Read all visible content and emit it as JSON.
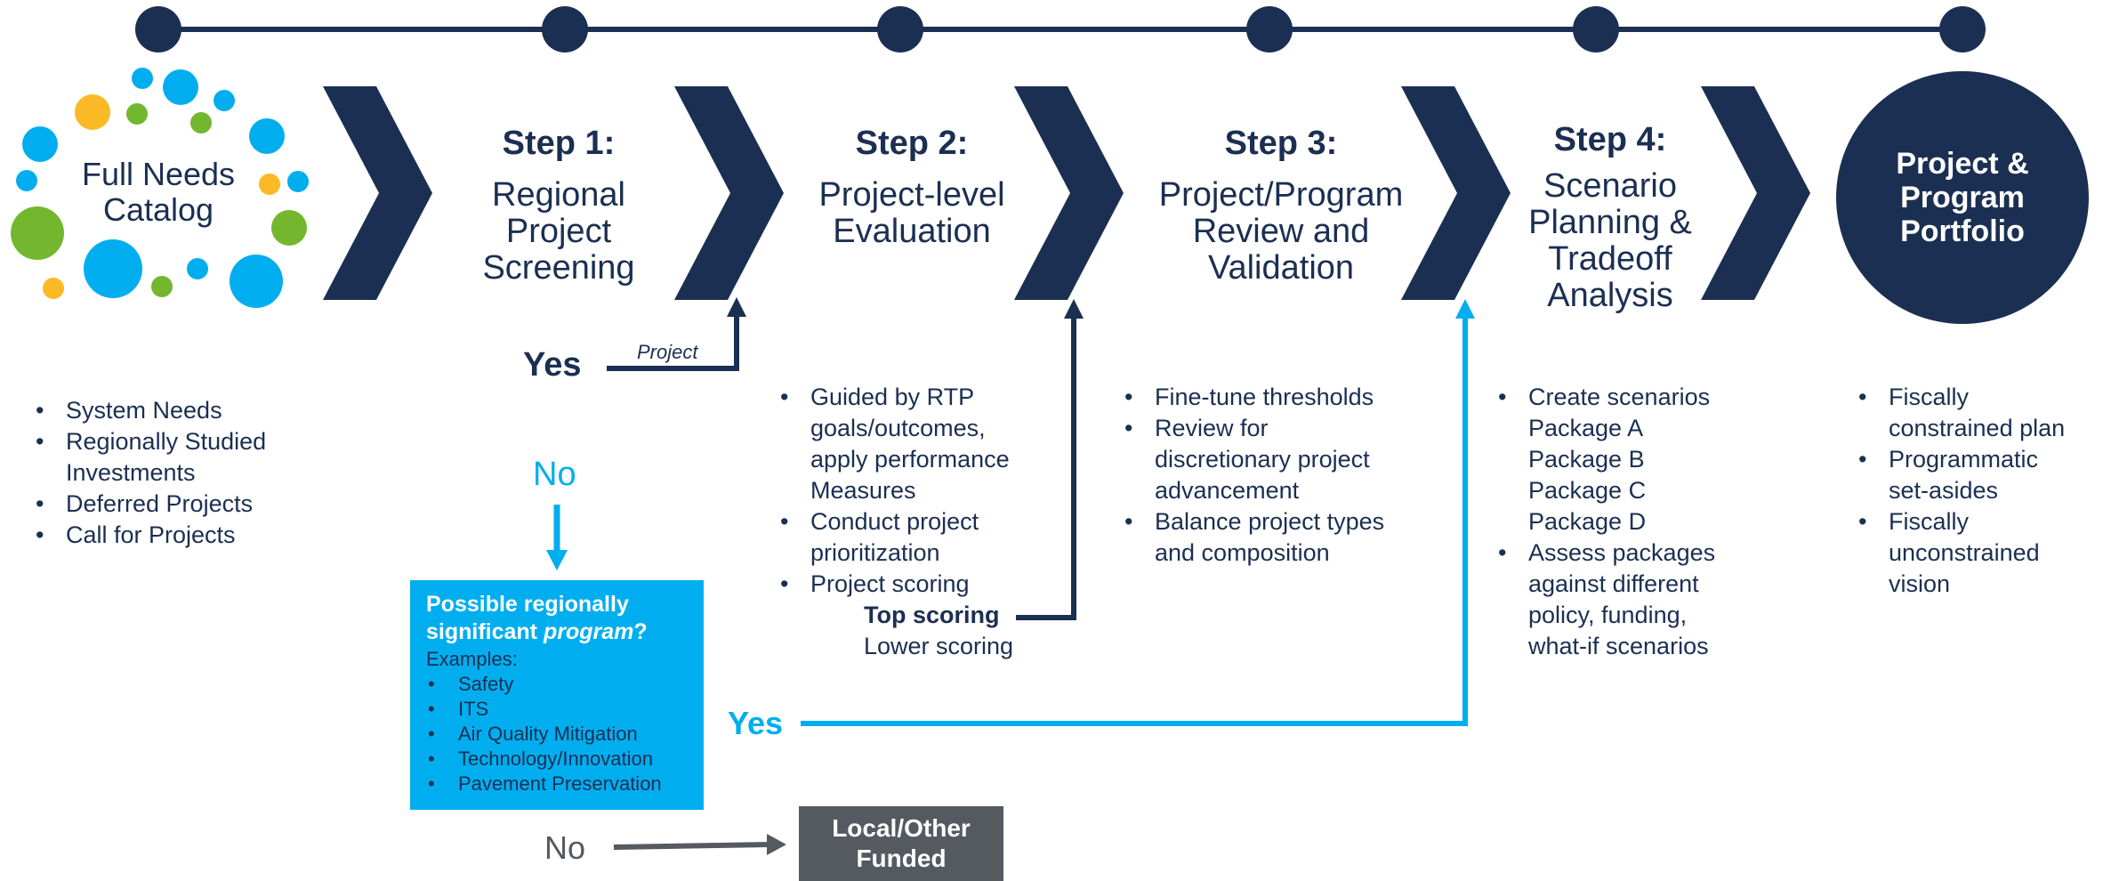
{
  "colors": {
    "navy": "#1b2f52",
    "cyan": "#00aeef",
    "green": "#73b72e",
    "yellow": "#fbb925",
    "gray": "#555a60",
    "white": "#ffffff"
  },
  "catalog": {
    "title_line1": "Full Needs",
    "title_line2": "Catalog"
  },
  "catalog_items": [
    "System Needs",
    "Regionally Studied",
    "Investments",
    "Deferred Projects",
    "Call for Projects"
  ],
  "step1": {
    "title": "Step 1:",
    "line1": "Regional",
    "line2": "Project",
    "line3": "Screening"
  },
  "step2": {
    "title": "Step 2:",
    "line1": "Project-level",
    "line2": "Evaluation"
  },
  "step3": {
    "title": "Step 3:",
    "line1": "Project/Program",
    "line2": "Review and",
    "line3": "Validation"
  },
  "step4": {
    "title": "Step 4:",
    "line1": "Scenario",
    "line2": "Planning &",
    "line3": "Tradeoff",
    "line4": "Analysis"
  },
  "portfolio": {
    "line1": "Project &",
    "line2": "Program",
    "line3": "Portfolio"
  },
  "flow": {
    "yes_project": "Yes",
    "project_label": "Project",
    "no_program": "No",
    "program_box": {
      "heading_pre": "Possible regionally",
      "heading_mid": "significant ",
      "heading_em": "program",
      "heading_post": "?",
      "examples_label": "Examples:",
      "examples": [
        "Safety",
        "ITS",
        "Air Quality Mitigation",
        "Technology/Innovation",
        "Pavement Preservation"
      ]
    },
    "yes_program": "Yes",
    "no_local": "No",
    "local_line1": "Local/Other",
    "local_line2": "Funded"
  },
  "step2_items": [
    "Guided by RTP",
    "goals/outcomes,",
    "apply performance",
    "Measures",
    "Conduct project",
    "prioritization",
    "Project scoring",
    "Top scoring",
    "Lower scoring"
  ],
  "step3_items": [
    "Fine-tune thresholds",
    "Review for",
    "discretionary project",
    "advancement",
    "Balance project types",
    "and composition"
  ],
  "step4_items": [
    "Create scenarios",
    "Package A",
    "Package B",
    "Package C",
    "Package D",
    "Assess packages",
    "against different",
    "policy, funding,",
    "what-if scenarios"
  ],
  "portfolio_items": [
    "Fiscally",
    "constrained plan",
    "Programmatic",
    "set-asides",
    "Fiscally",
    "unconstrained",
    "vision"
  ]
}
